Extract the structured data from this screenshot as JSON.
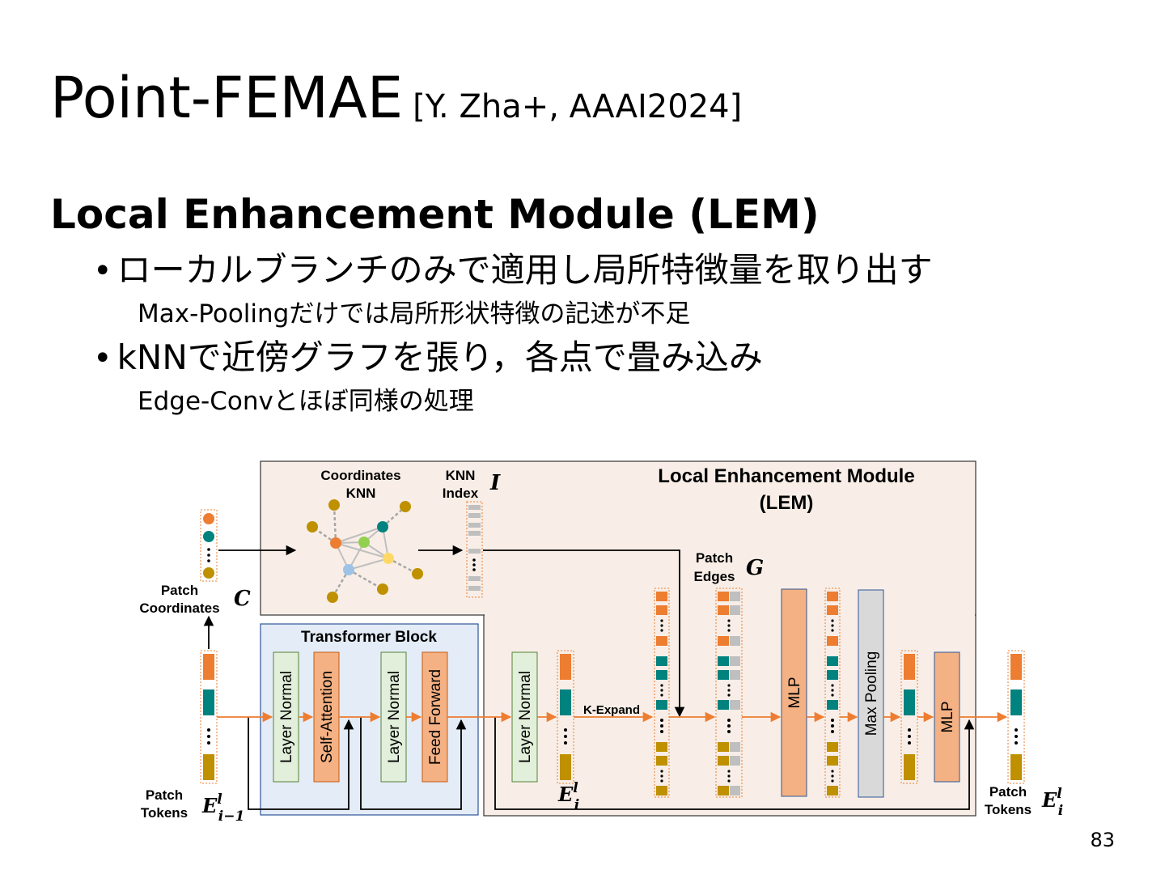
{
  "slide": {
    "title": "Point-FEMAE",
    "citation": "[Y. Zha+, AAAI2024]",
    "heading": "Local Enhancement Module (LEM)",
    "bullets": [
      {
        "text": "ローカルブランチのみで適用し局所特徴量を取り出す",
        "sub": "Max-Poolingだけでは局所形状特徴の記述が不足"
      },
      {
        "text": "kNNで近傍グラフを張り，各点で畳み込み",
        "sub": "Edge-Convとほぼ同様の処理"
      }
    ],
    "page_number": "83"
  },
  "diagram": {
    "lem_title_line1": "Local Enhancement Module",
    "lem_title_line2": "(LEM)",
    "coords_knn_line1": "Coordinates",
    "coords_knn_line2": "KNN",
    "knn_index_line1": "KNN",
    "knn_index_line2": "Index",
    "knn_symbol": "I",
    "patch_coords_line1": "Patch",
    "patch_coords_line2": "Coordinates",
    "coords_symbol": "C",
    "patch_edges_line1": "Patch",
    "patch_edges_line2": "Edges",
    "edges_symbol": "G",
    "transformer_title": "Transformer Block",
    "layer_normal": "Layer Normal",
    "self_attention": "Self-Attention",
    "feed_forward": "Feed Forward",
    "mlp": "MLP",
    "max_pooling": "Max Pooling",
    "k_expand": "K-Expand",
    "patch_tokens_line1": "Patch",
    "patch_tokens_line2": "Tokens",
    "e_symbol": "E",
    "sup_l": "l",
    "sub_in": "i−1",
    "sub_i": "i",
    "colors": {
      "orange": "#ED7D31",
      "teal": "#00827F",
      "gold": "#BF9000",
      "gray": "#BFBFBF",
      "lem_bg": "#F8EEE7",
      "tf_bg": "#E4ECF7",
      "ln_fill": "#E2EFDA",
      "op_fill": "#F4B183",
      "pool_fill": "#D9D9D9"
    }
  }
}
